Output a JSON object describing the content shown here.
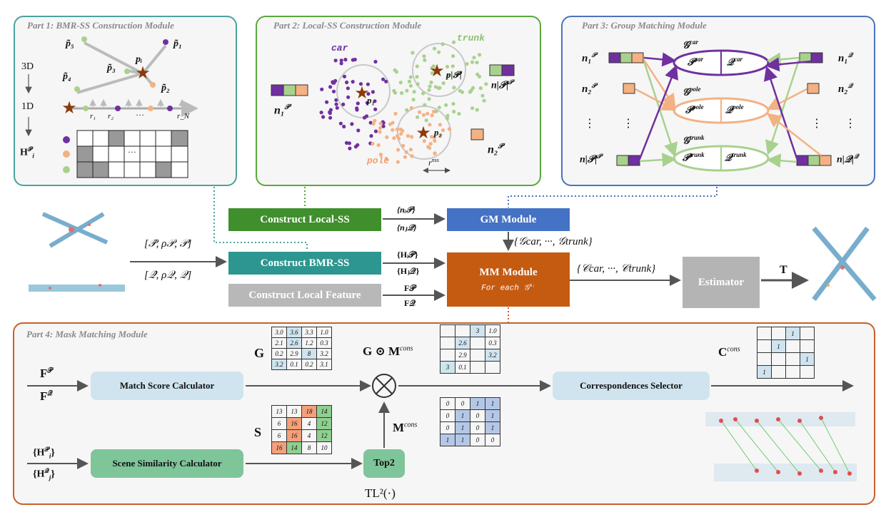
{
  "part1": {
    "title": "Part 1: BMR-SS Construction Module",
    "p5": "p̃₅",
    "p1": "p̃₁",
    "pi": "pᵢ",
    "p3": "p̃₃",
    "p4": "p̃₄",
    "p2": "p̃₂",
    "d3": "3D",
    "d1": "1D",
    "r1": "r₁",
    "r2": "r₂",
    "dots": "···",
    "rN": "r_N",
    "h": "H",
    "h_sup": "𝒫",
    "h_sub": "i",
    "grid_dots": "···"
  },
  "part2": {
    "title": "Part 2: Local-SS Construction Module",
    "car": "car",
    "trunk": "trunk",
    "pole": "pole",
    "p1": "p₁",
    "pP": "p|𝒫|",
    "p2": "p₂",
    "n1": "n₁",
    "n1_sup": "𝒫",
    "nP": "n|𝒫|",
    "nP_sup": "𝒫",
    "n2": "n₂",
    "n2_sup": "𝒫",
    "rnss": "r",
    "rnss_sup": "nss"
  },
  "part3": {
    "title": "Part 3: Group Matching Module",
    "gcar": "𝒢",
    "gcar_sup": "car",
    "gpole": "𝒢",
    "gpole_sup": "pole",
    "gtrunk": "𝒢",
    "gtrunk_sup": "trunk",
    "pcar": "𝒫",
    "pcar_sup": "car",
    "qcar": "𝒬",
    "qcar_sup": "car",
    "ppole": "𝒫",
    "ppole_sup": "pole",
    "qpole": "𝒬",
    "qpole_sup": "pole",
    "ptrunk": "𝒫",
    "ptrunk_sup": "trunk",
    "qtrunk": "𝒬",
    "qtrunk_sup": "trunk",
    "n1p": "n₁",
    "n1p_sup": "𝒫",
    "n2p": "n₂",
    "n2p_sup": "𝒫",
    "nPp": "n|𝒫|",
    "nPp_sup": "𝒫",
    "n1q": "n₁",
    "n1q_sup": "𝒬",
    "n2q": "n₂",
    "n2q_sup": "𝒬",
    "nQq": "n|𝒬|",
    "nQq_sup": "𝒬",
    "vdots": "⋮"
  },
  "middle": {
    "construct_local_ss": "Construct Local-SS",
    "construct_bmr_ss": "Construct BMR-SS",
    "construct_local_feature": "Construct Local Feature",
    "gm_module": "GM Module",
    "mm_module": "MM Module",
    "mm_for_each": "For each 𝒢",
    "mm_for_each_sup": "sᵢ",
    "estimator": "Estimator",
    "input_top": "[𝒫̂,  ρ𝒫, 𝒫]",
    "input_bot": "[𝒬̂,  ρ𝒬, 𝒬]",
    "ni": "{nᵢ𝒫}",
    "nj": "{nⱼ𝒬}",
    "hi": "{Hᵢ𝒫}",
    "hj": "{Hⱼ𝒬}",
    "fp": "F𝒫",
    "fq": "F𝒬",
    "gset": "{𝒢car, ···, 𝒢trunk}",
    "cset": "{𝒞car, ···, 𝒞trunk}",
    "T": "T"
  },
  "part4": {
    "title": "Part 4: Mask Matching Module",
    "fp": "F",
    "fp_sup": "𝒫",
    "fq": "F",
    "fq_sup": "𝒬",
    "hi": "{H",
    "hi_sup": "𝒫",
    "hi_sub": "i",
    "hj": "{H",
    "hj_sup": "𝒬",
    "hj_sub": "j",
    "match_score": "Match Score Calculator",
    "scene_sim": "Scene Similarity Calculator",
    "top2": "Top2",
    "tl2": "TL²(·)",
    "G": "G",
    "S": "S",
    "gm": "G ⊙ M",
    "gm_sup": "cons",
    "mcons": "M",
    "mcons_sup": "cons",
    "ccons": "C",
    "ccons_sup": "cons",
    "otimes": "⊗",
    "selector": "Correspondences Selector",
    "G_matrix": [
      [
        "3.0",
        "3.6",
        "3.3",
        "1.0"
      ],
      [
        "2.1",
        "2.6",
        "1.2",
        "0.3"
      ],
      [
        "0.2",
        "2.9",
        "8",
        "3.2"
      ],
      [
        "3.2",
        "0.1",
        "0.2",
        "3.1"
      ]
    ],
    "S_matrix": [
      [
        "13",
        "13",
        "18",
        "14"
      ],
      [
        "6",
        "16",
        "4",
        "12"
      ],
      [
        "6",
        "16",
        "4",
        "12"
      ],
      [
        "16",
        "14",
        "8",
        "10"
      ]
    ],
    "GM_matrix": [
      [
        "",
        "",
        "3",
        "1.0"
      ],
      [
        "",
        "2.6",
        "",
        "0.3"
      ],
      [
        "",
        "2.9",
        "",
        "3.2"
      ],
      [
        "3",
        "0.1",
        "",
        ""
      ]
    ],
    "M_matrix": [
      [
        "0",
        "0",
        "1",
        "1"
      ],
      [
        "0",
        "1",
        "0",
        "1"
      ],
      [
        "0",
        "1",
        "0",
        "1"
      ],
      [
        "1",
        "1",
        "0",
        "0"
      ]
    ],
    "C_matrix": [
      [
        "",
        "",
        "1",
        ""
      ],
      [
        "",
        "1",
        "",
        ""
      ],
      [
        "",
        "",
        "",
        "1"
      ],
      [
        "1",
        "",
        "",
        ""
      ]
    ]
  },
  "colors": {
    "teal": "#2e9690",
    "green": "#3f8f2c",
    "blue": "#4472c4",
    "orange": "#c55a11",
    "gray": "#b4b4b4",
    "purple": "#7030a0",
    "lgreen": "#a9d18e",
    "salmon": "#f4b183",
    "lightblue": "#cfe4ef",
    "mint": "#7fc59a"
  }
}
